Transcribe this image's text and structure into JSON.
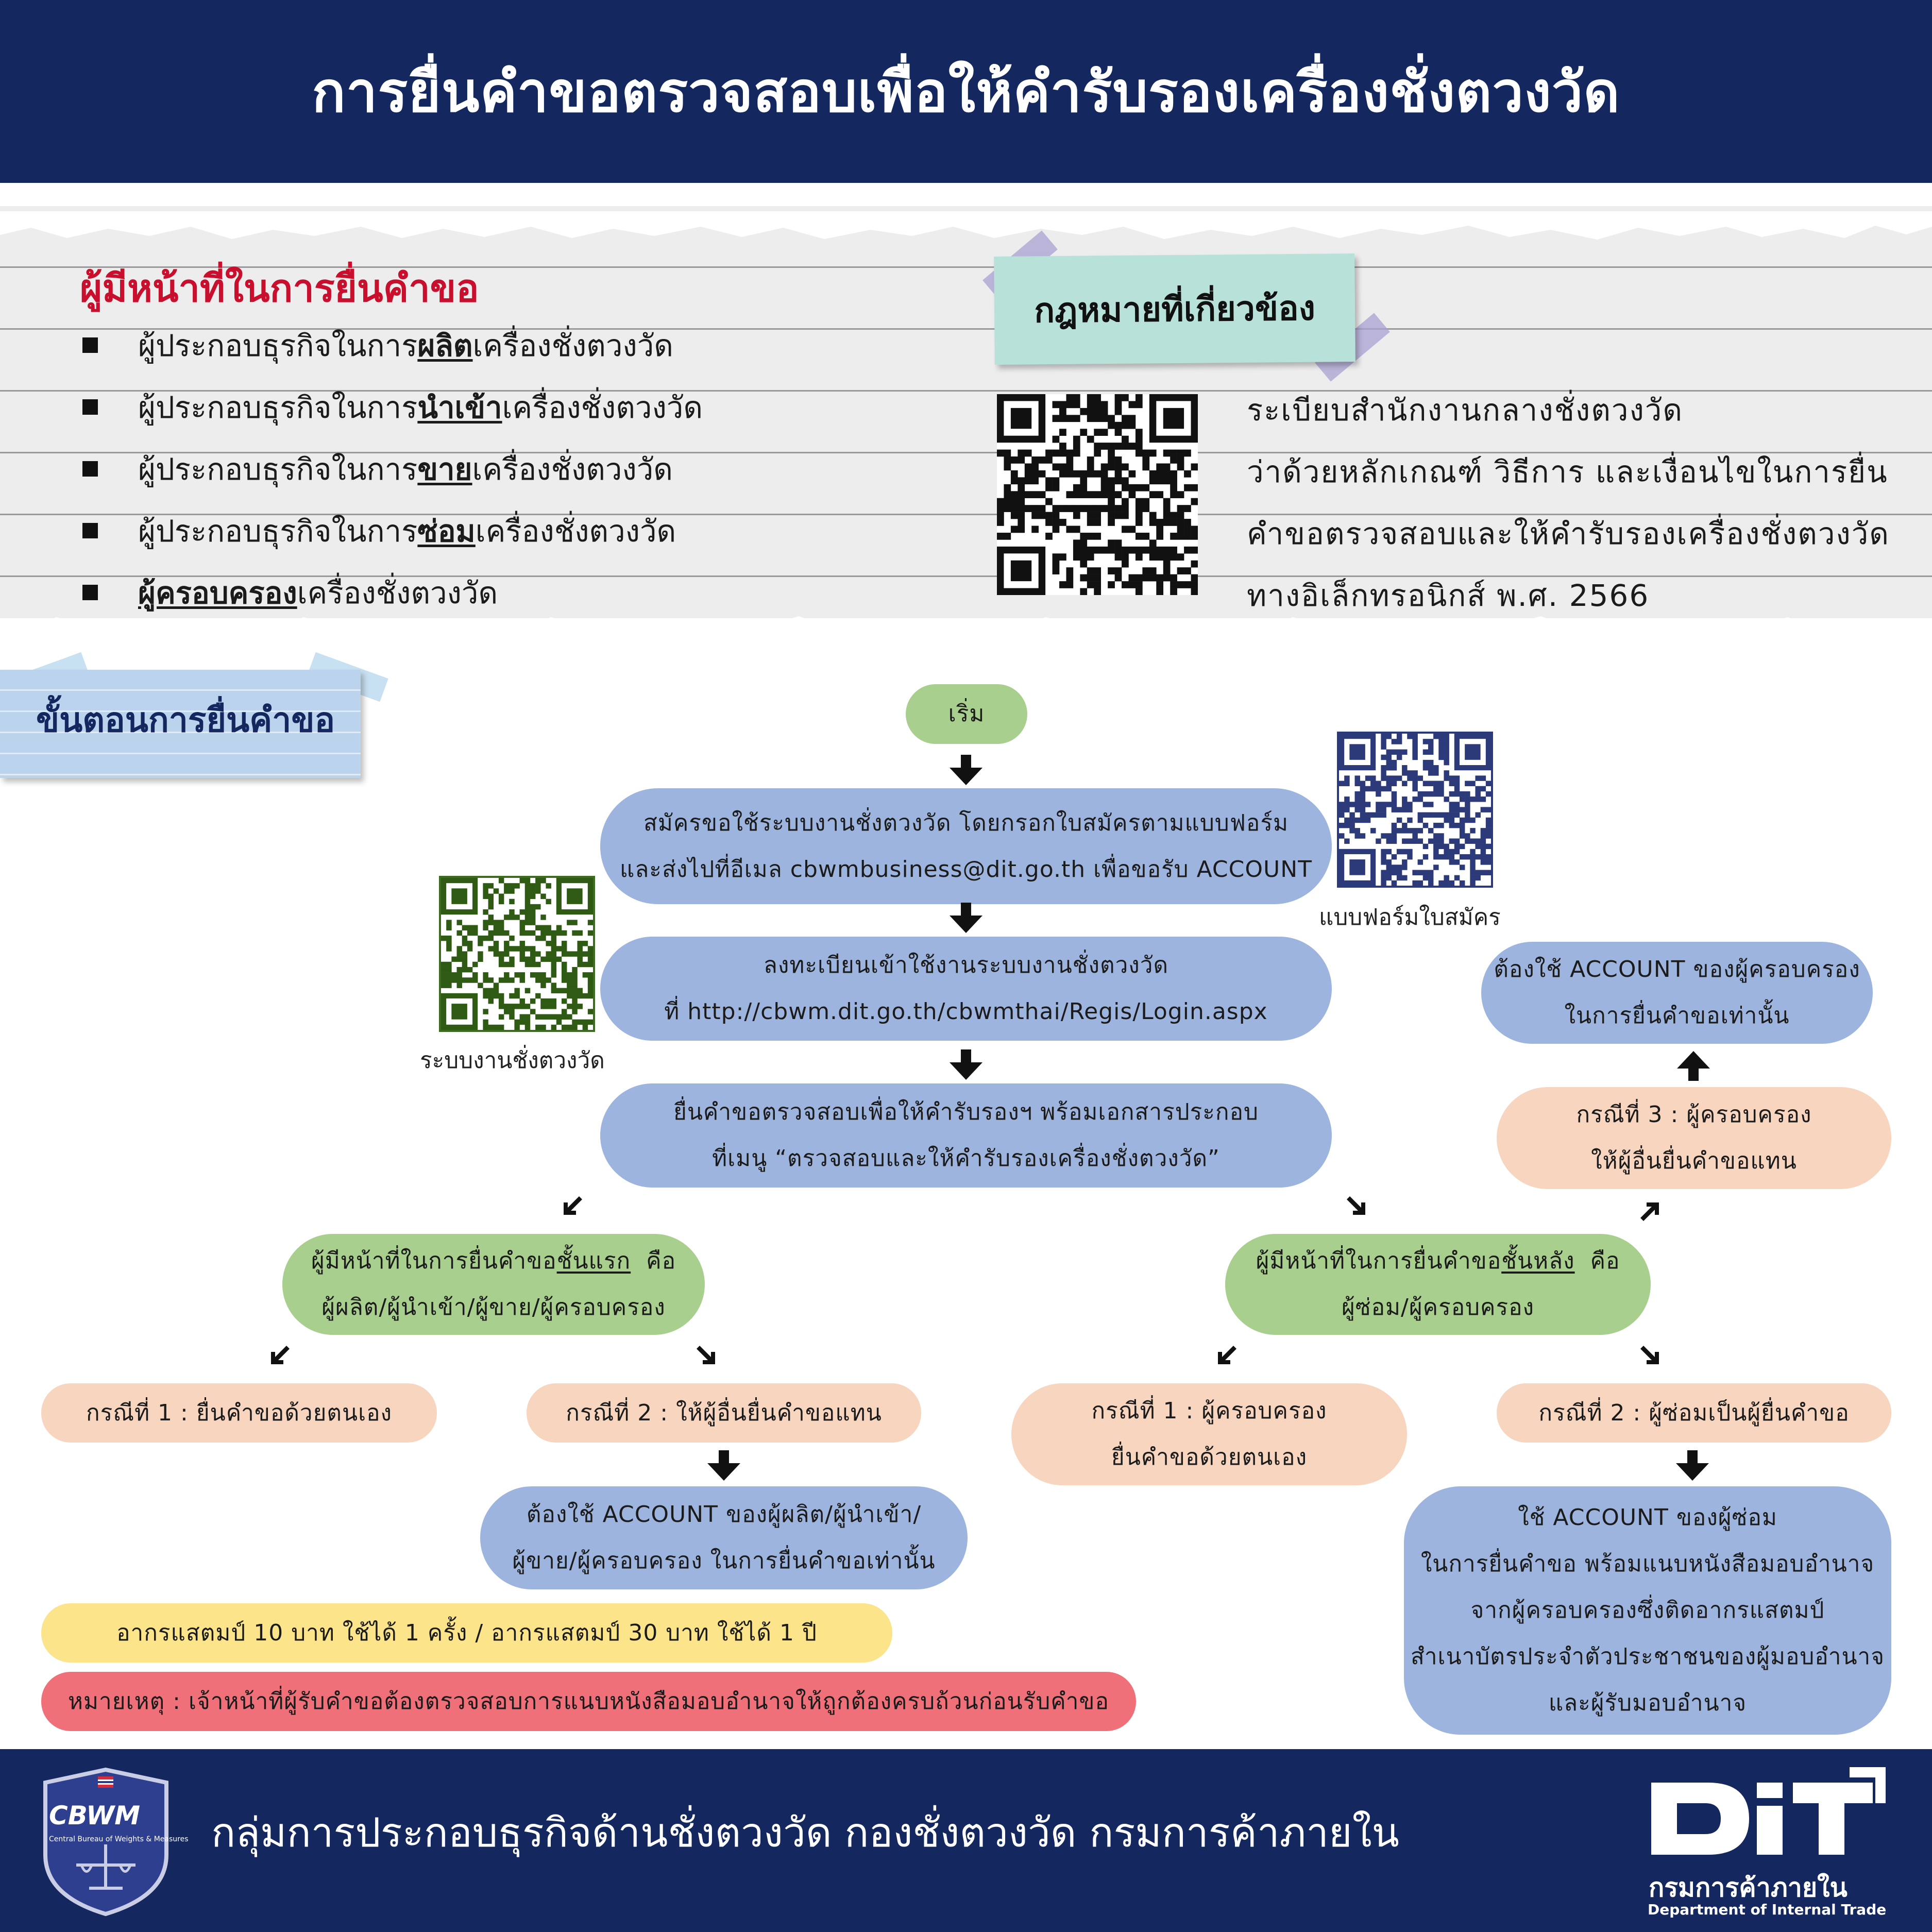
{
  "header": {
    "title": "การยื่นคำขอตรวจสอบเพื่อให้คำรับรองเครื่องชั่งตวงวัด"
  },
  "duties": {
    "heading": "ผู้มีหน้าที่ในการยื่นคำขอ",
    "items": [
      {
        "pre": "ผู้ประกอบธุรกิจในการ",
        "em": "ผลิต",
        "post": "เครื่องชั่งตวงวัด"
      },
      {
        "pre": "ผู้ประกอบธุรกิจในการ",
        "em": "นำเข้า",
        "post": "เครื่องชั่งตวงวัด"
      },
      {
        "pre": "ผู้ประกอบธุรกิจในการ",
        "em": "ขาย",
        "post": "เครื่องชั่งตวงวัด"
      },
      {
        "pre": "ผู้ประกอบธุรกิจในการ",
        "em": "ซ่อม",
        "post": "เครื่องชั่งตวงวัด"
      },
      {
        "pre": "",
        "em": "ผู้ครอบครอง",
        "post": "เครื่องชั่งตวงวัด"
      }
    ]
  },
  "law": {
    "heading": "กฎหมายที่เกี่ยวข้อง",
    "lines": [
      "ระเบียบสำนักงานกลางชั่งตวงวัด",
      "ว่าด้วยหลักเกณฑ์ วิธีการ และเงื่อนไขในการยื่น",
      "คำขอตรวจสอบและให้คำรับรองเครื่องชั่งตวงวัด",
      "ทางอิเล็กทรอนิกส์ พ.ศ. 2566"
    ]
  },
  "steps_label": "ขั้นตอนการยื่นคำขอ",
  "flow": {
    "start": "เริ่ม",
    "register_1": "สมัครขอใช้ระบบงานชั่งตวงวัด โดยกรอกใบสมัครตามแบบฟอร์ม",
    "register_2": "และส่งไปที่อีเมล cbwmbusiness@dit.go.th เพื่อขอรับ ACCOUNT",
    "login_1": "ลงทะเบียนเข้าใช้งานระบบงานชั่งตวงวัด",
    "login_2": "ที่ http://cbwm.dit.go.th/cbwmthai/Regis/Login.aspx",
    "submit_1": "ยื่นคำขอตรวจสอบเพื่อให้คำรับรองฯ พร้อมเอกสารประกอบ",
    "submit_2": "ที่เมนู “ตรวจสอบและให้คำรับรองเครื่องชั่งตวงวัด”",
    "first_tier_pre": "ผู้มีหน้าที่ในการยื่นคำขอ",
    "first_tier_em": "ชั้นแรก",
    "first_tier_post": "คือ",
    "first_tier_2": "ผู้ผลิต/ผู้นำเข้า/ผู้ขาย/ผู้ครอบครอง",
    "second_tier_pre": "ผู้มีหน้าที่ในการยื่นคำขอ",
    "second_tier_em": "ชั้นหลัง",
    "second_tier_post": "คือ",
    "second_tier_2": "ผู้ซ่อม/ผู้ครอบครอง",
    "left_case1": "กรณีที่ 1 : ยื่นคำขอด้วยตนเอง",
    "left_case2": "กรณีที่ 2 : ให้ผู้อื่นยื่นคำขอแทน",
    "left_case2_result_1": "ต้องใช้ ACCOUNT ของผู้ผลิต/ผู้นำเข้า/",
    "left_case2_result_2": "ผู้ขาย/ผู้ครอบครอง ในการยื่นคำขอเท่านั้น",
    "right_case1_1": "กรณีที่ 1 : ผู้ครอบครอง",
    "right_case1_2": "ยื่นคำขอด้วยตนเอง",
    "right_case2": "กรณีที่ 2 : ผู้ซ่อมเป็นผู้ยื่นคำขอ",
    "right_case2_result": [
      "ใช้ ACCOUNT ของผู้ซ่อม",
      "ในการยื่นคำขอ พร้อมแนบหนังสือมอบอำนาจ",
      "จากผู้ครอบครองซึ่งติดอากรแสตมป์",
      "สำเนาบัตรประจำตัวประชาชนของผู้มอบอำนาจ",
      "และผู้รับมอบอำนาจ"
    ],
    "right_case3_1": "กรณีที่ 3 : ผู้ครอบครอง",
    "right_case3_2": "ให้ผู้อื่นยื่นคำขอแทน",
    "right_case3_result_1": "ต้องใช้ ACCOUNT ของผู้ครอบครอง",
    "right_case3_result_2": "ในการยื่นคำขอเท่านั้น"
  },
  "qr": {
    "form_caption": "แบบฟอร์มใบสมัคร",
    "system_caption": "ระบบงานชั่งตวงวัด"
  },
  "stamp_note": "อากรแสตมป์ 10 บาท ใช้ได้ 1 ครั้ง / อากรแสตมป์ 30 บาท ใช้ได้ 1 ปี",
  "remark": "หมายเหตุ : เจ้าหน้าที่ผู้รับคำขอต้องตรวจสอบการแนบหนังสือมอบอำนาจให้ถูกต้องครบถ้วนก่อนรับคำขอ",
  "footer": {
    "text": "กลุ่มการประกอบธุรกิจด้านชั่งตวงวัด กองชั่งตวงวัด กรมการค้าภายใน",
    "cbwm_logo": "CBWM",
    "cbwm_small": "Central Bureau of Weights & Measures",
    "dit_logo": "DiT",
    "dit_th": "กรมการค้าภายใน",
    "dit_en": "Department of Internal Trade"
  },
  "colors": {
    "navy": "#14285f",
    "blue": "#9db4de",
    "green": "#a9cf8f",
    "peach": "#f7d5bf",
    "yellow": "#fbe48a",
    "red": "#f0707a",
    "mint": "#b8e2d9",
    "heading_red": "#c8102e"
  },
  "icons": [
    "square-bullet-icon",
    "qr-code-icon",
    "arrow-icon",
    "cbwm-shield-logo-icon",
    "dit-logo-icon"
  ]
}
